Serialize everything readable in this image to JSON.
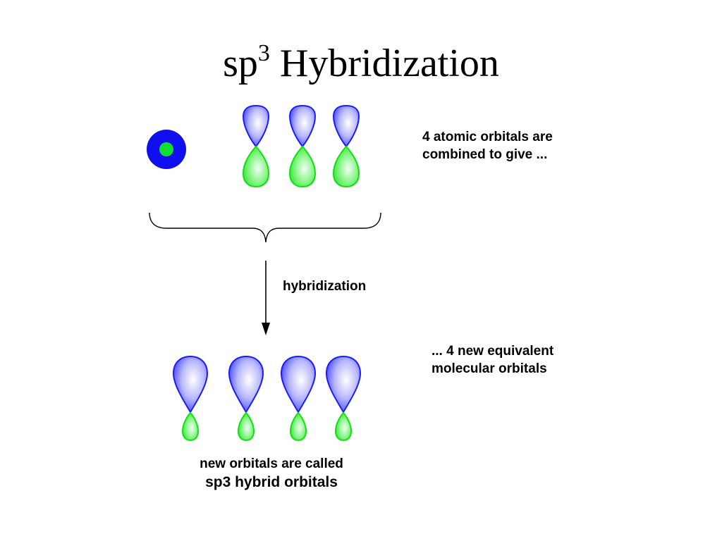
{
  "title": {
    "main_prefix": "sp",
    "superscript": "3",
    "main_suffix": " Hybridization"
  },
  "captions": {
    "atomic_line1": "4 atomic orbitals are",
    "atomic_line2": "combined to give ...",
    "process": "hybridization",
    "molecular_line1": "... 4 new equivalent",
    "molecular_line2": "molecular orbitals",
    "bottom_line1": "new orbitals are called",
    "bottom_line2": "sp3 hybrid orbitals"
  },
  "colors": {
    "lobe_blue": "#1a1aff",
    "lobe_blue_light": "#ffffff",
    "lobe_green": "#10e010",
    "lobe_green_light": "#e6ffe6",
    "s_orbital_ring": "#1010ee",
    "s_orbital_core": "#10e030",
    "line": "#000000"
  },
  "icons": {
    "s_orbital": "s-orbital-icon",
    "p_orbital": "p-orbital-icon",
    "sp3_orbital": "sp3-orbital-icon"
  }
}
